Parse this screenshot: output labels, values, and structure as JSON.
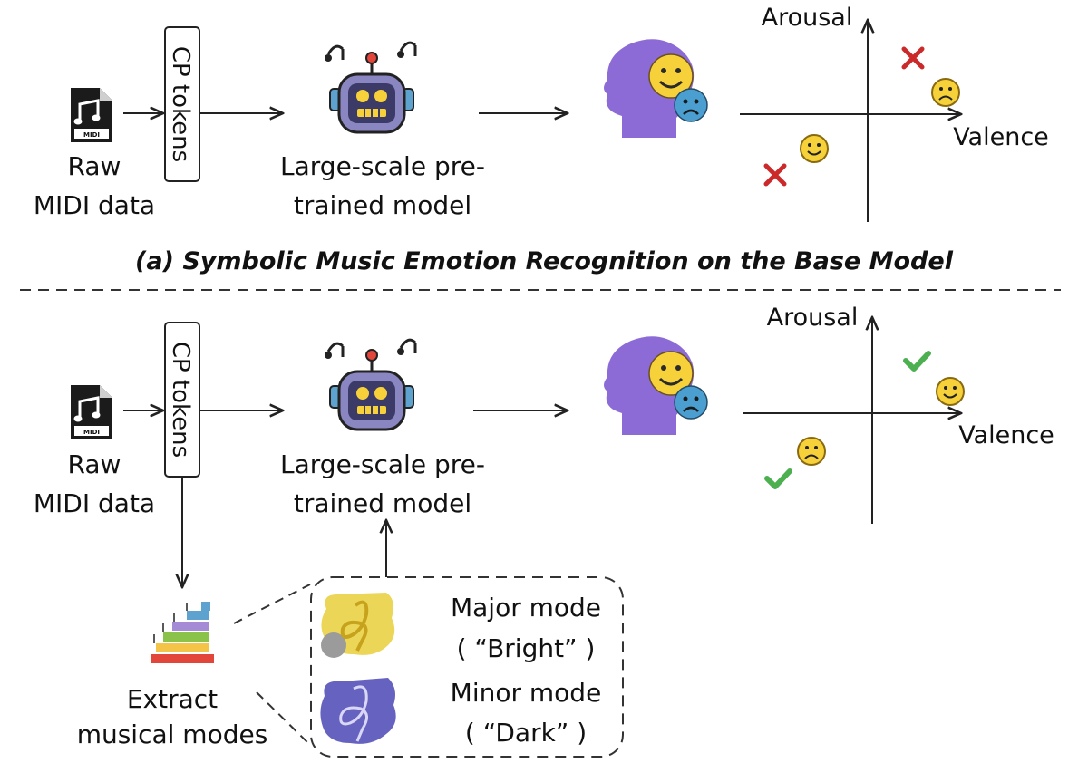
{
  "top": {
    "input_label_line1": "Raw",
    "input_label_line2": "MIDI data",
    "file_badge": "MIDI",
    "token_label": "CP tokens",
    "model_label_line1": "Large-scale pre-",
    "model_label_line2": "trained model",
    "axis_y": "Arousal",
    "axis_x": "Valence",
    "prediction_result": "incorrect"
  },
  "caption_a": "(a) Symbolic Music Emotion Recognition on the Base Model",
  "bottom": {
    "input_label_line1": "Raw",
    "input_label_line2": "MIDI data",
    "file_badge": "MIDI",
    "token_label": "CP tokens",
    "model_label_line1": "Large-scale pre-",
    "model_label_line2": "trained model",
    "axis_y": "Arousal",
    "axis_x": "Valence",
    "prediction_result": "correct",
    "extract_label_line1": "Extract",
    "extract_label_line2": "musical modes",
    "major_mode_line1": "Major mode",
    "major_mode_line2": "( “Bright” )",
    "minor_mode_line1": "Minor mode",
    "minor_mode_line2": "( “Dark” )"
  },
  "colors": {
    "robot": "#8a86c2",
    "robot_dark": "#3c3a66",
    "head": "#8c6bd6",
    "smiley": "#f6d13a",
    "sad": "#4a9fd0",
    "cross": "#cc2a2a",
    "check": "#4caf50",
    "major_tint": "#e8cf3a",
    "minor_tint": "#4b46b5"
  }
}
